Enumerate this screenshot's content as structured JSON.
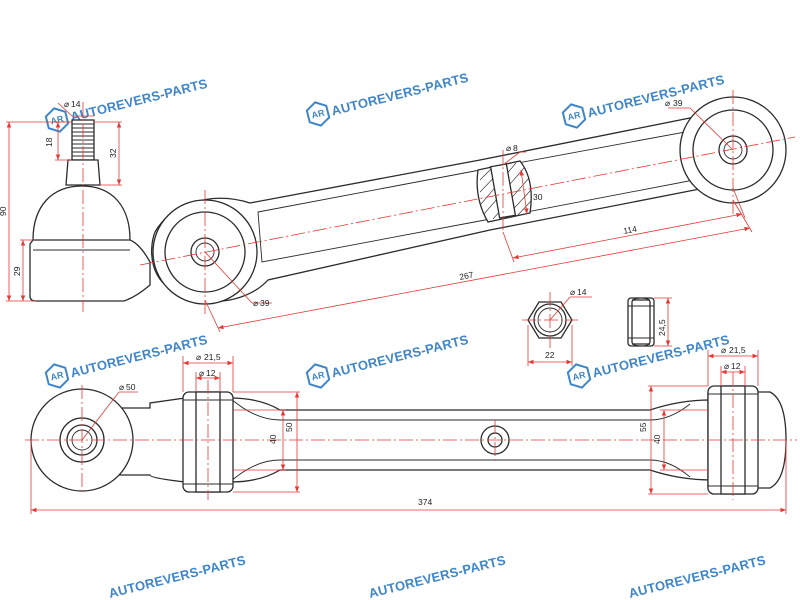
{
  "watermark": {
    "brand": "AUTOREVERS-PARTS",
    "logo_letters": "AR",
    "color": "#3f86c8"
  },
  "colors": {
    "outline": "#2b2b2b",
    "dimension": "#e53935",
    "text": "#222222"
  },
  "top_view": {
    "ball_joint": {
      "thread_dia": "14",
      "thread_length": "18",
      "stud_length": "32",
      "total_height": "90",
      "base_height": "29"
    },
    "arm": {
      "front_bushing_dia": "39",
      "rear_bushing_dia": "39",
      "hole_dia": "8",
      "hole_height": "30",
      "hole_to_rear": "114",
      "length_between_centers": "267"
    }
  },
  "nut": {
    "thread_dia": "14",
    "across_flats": "22",
    "height": "24,5"
  },
  "bottom_view": {
    "ball_joint_dia": "50",
    "front_bushing_outer": "21,5",
    "front_bushing_inner": "12",
    "front_bushing_width": "40",
    "front_bushing_height": "50",
    "rear_bushing_outer": "21,5",
    "rear_bushing_inner": "12",
    "rear_bushing_width": "40",
    "rear_bushing_height": "55",
    "overall_length": "374"
  }
}
